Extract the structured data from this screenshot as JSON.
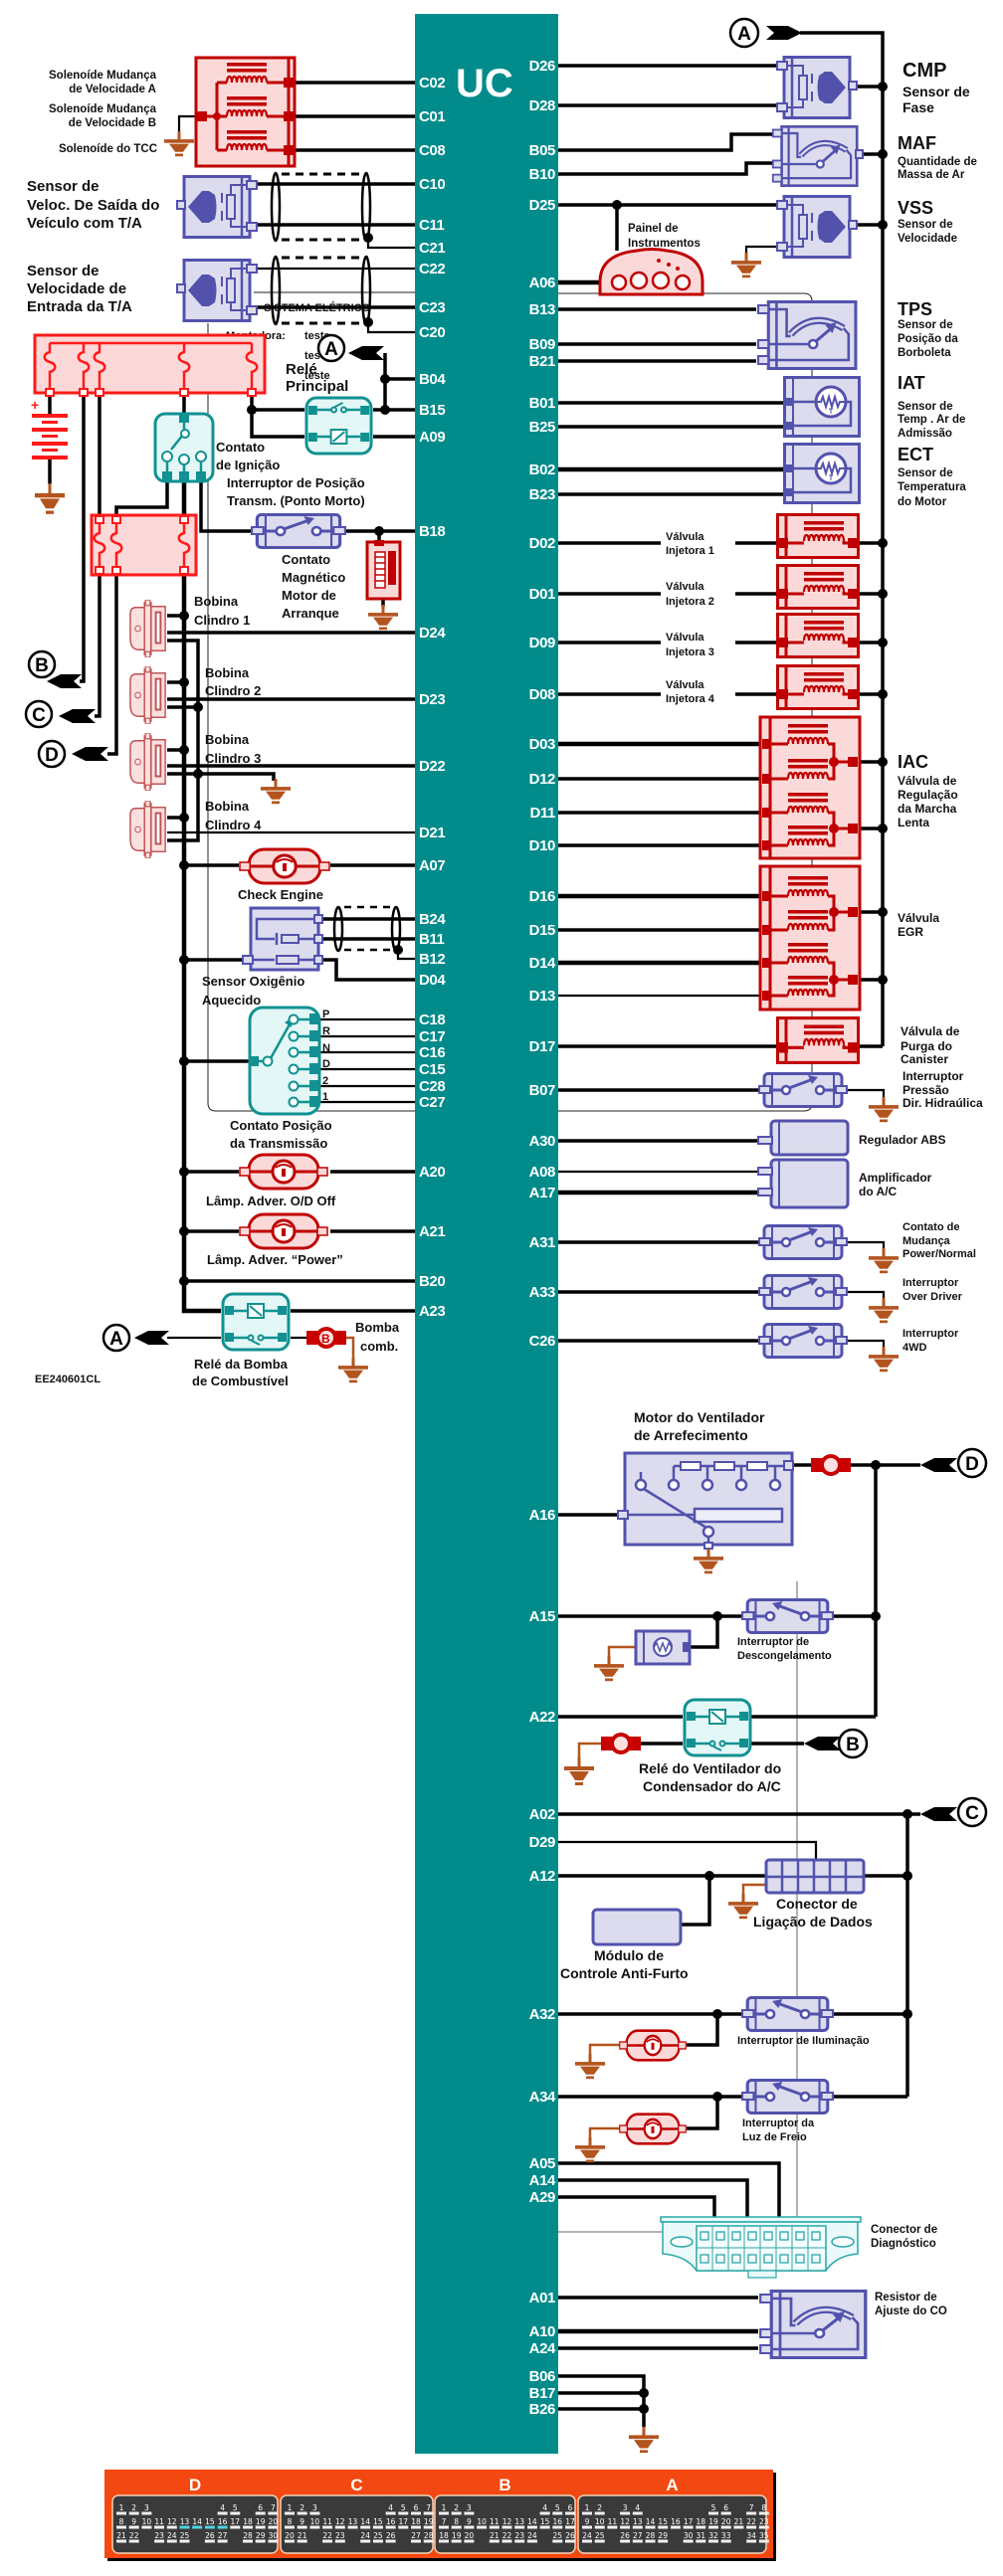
{
  "ecu": {
    "title": "UC",
    "pins_left": [
      "C02",
      "C01",
      "C08",
      "C10",
      "C11",
      "C21",
      "C22",
      "C23",
      "C20",
      "B04",
      "B15",
      "A09",
      "B18",
      "D24",
      "D23",
      "D22",
      "D21",
      "A07",
      "B24",
      "B11",
      "B12",
      "D04",
      "C18",
      "C17",
      "C16",
      "C15",
      "C28",
      "C27",
      "A20",
      "A21",
      "B20",
      "A23"
    ],
    "pins_right": [
      "D26",
      "D28",
      "B05",
      "B10",
      "D25",
      "A06",
      "B13",
      "B09",
      "B21",
      "B01",
      "B25",
      "B02",
      "B23",
      "D02",
      "D01",
      "D09",
      "D08",
      "D03",
      "D12",
      "D11",
      "D10",
      "D16",
      "D15",
      "D14",
      "D13",
      "D17",
      "B07",
      "A30",
      "A08",
      "A17",
      "A31",
      "A33",
      "C26",
      "A16",
      "A15",
      "A22",
      "A02",
      "D29",
      "A12",
      "A32",
      "A34",
      "A05",
      "A14",
      "A29",
      "A01",
      "A10",
      "A24",
      "B06",
      "B17",
      "B26"
    ]
  },
  "connectors": {
    "A": "A",
    "B": "B",
    "C": "C",
    "D": "D",
    "pump_letter": "B"
  },
  "diagram_code": "EE240601CL",
  "watermark": {
    "title": "SISTEMA ELÉTRICO",
    "field": "Montadora:",
    "values": [
      "teste",
      "teste",
      "teste"
    ]
  },
  "labels": {
    "solenoid_a": [
      "Solenoíde Mudança",
      "de Velocidade A"
    ],
    "solenoid_b": [
      "Solenoíde Mudança",
      "de Velocidade B"
    ],
    "solenoid_tcc": [
      "Solenoíde do TCC"
    ],
    "output_speed_sensor": [
      "Sensor de",
      "Veloc. De Saída do",
      "Veículo com T/A"
    ],
    "input_speed_sensor": [
      "Sensor de",
      "Velocidade de",
      "Entrada da T/A"
    ],
    "main_relay": [
      "Relé",
      "Principal"
    ],
    "ignition_switch": [
      "Contato",
      "de Ignição"
    ],
    "neutral_switch": [
      "Interruptor de Posição",
      "Transm. (Ponto Morto)"
    ],
    "starter_contact": [
      "Contato",
      "Magnético",
      "Motor de",
      "Arranque"
    ],
    "coil_1": [
      "Bobina",
      "Clindro 1"
    ],
    "coil_2": [
      "Bobina",
      "Clindro 2"
    ],
    "coil_3": [
      "Bobina",
      "Clindro 3"
    ],
    "coil_4": [
      "Bobina",
      "Clindro 4"
    ],
    "check_engine": [
      "Check Engine"
    ],
    "o2_sensor": [
      "Sensor Oxigênio",
      "Aquecido"
    ],
    "trans_positions": [
      "P",
      "R",
      "N",
      "D",
      "2",
      "1"
    ],
    "trans_range_switch": [
      "Contato Posição",
      "da Transmissão"
    ],
    "od_off_lamp": [
      "Lâmp. Adver. O/D Off"
    ],
    "power_lamp": [
      "Lâmp. Adver. “Power”"
    ],
    "fuel_pump": [
      "Bomba",
      "comb."
    ],
    "fuel_pump_relay": [
      "Relé da Bomba",
      "de Combustível"
    ],
    "cmp": {
      "abbr": "CMP",
      "lines": [
        "Sensor de",
        "Fase"
      ]
    },
    "maf": {
      "abbr": "MAF",
      "lines": [
        "Quantidade de",
        "Massa de Ar"
      ]
    },
    "vss": {
      "abbr": "VSS",
      "lines": [
        "Sensor de",
        "Velocidade"
      ]
    },
    "instrument_panel": [
      "Painel de",
      "Instrumentos"
    ],
    "tps": {
      "abbr": "TPS",
      "lines": [
        "Sensor de",
        "Posição da",
        "Borboleta"
      ]
    },
    "iat": {
      "abbr": "IAT",
      "lines": [
        "Sensor de",
        "Temp . Ar de",
        "Admissão"
      ]
    },
    "ect": {
      "abbr": "ECT",
      "lines": [
        "Sensor de",
        "Temperatura",
        "do Motor"
      ]
    },
    "injector_1": [
      "Válvula",
      "Injetora 1"
    ],
    "injector_2": [
      "Válvula",
      "Injetora 2"
    ],
    "injector_3": [
      "Válvula",
      "Injetora 3"
    ],
    "injector_4": [
      "Válvula",
      "Injetora 4"
    ],
    "iac": {
      "abbr": "IAC",
      "lines": [
        "Válvula de",
        "Regulação",
        "da Marcha",
        "Lenta"
      ]
    },
    "egr": [
      "Válvula",
      "EGR"
    ],
    "purge": [
      "Válvula de",
      "Purga do",
      "Canister"
    ],
    "ps_switch": [
      "Interruptor",
      "Pressão",
      "Dir. Hidraúlica"
    ],
    "abs": [
      "Regulador ABS"
    ],
    "ac_amp": [
      "Amplificador",
      "do A/C"
    ],
    "power_normal": [
      "Contato de",
      "Mudança",
      "Power/Normal"
    ],
    "overdrive": [
      "Interruptor",
      "Over Driver"
    ],
    "fourwd": [
      "Interruptor",
      "4WD"
    ],
    "fan_motor": [
      "Motor do Ventilador",
      "de Arrefecimento"
    ],
    "defrost": [
      "Interruptor de",
      "Descongelamento"
    ],
    "condenser_relay": [
      "Relé do Ventilador do",
      "Condensador do A/C"
    ],
    "dlc": [
      "Conector de",
      "Ligação de Dados"
    ],
    "immobilizer": [
      "Módulo de",
      "Controle Anti-Furto"
    ],
    "light_switch": [
      "Interruptor de Iluminação"
    ],
    "brake_switch": [
      "Interruptor da",
      "Luz de Freio"
    ],
    "diag_connector": [
      "Conector de",
      "Diagnóstico"
    ],
    "co_resistor": [
      "Resistor de",
      "Ajuste do CO"
    ]
  },
  "connector_pinout": {
    "blocks": [
      {
        "name": "D",
        "rows": [
          [
            1,
            2,
            3,
            4,
            5,
            6,
            7
          ],
          [
            8,
            9,
            10,
            11,
            12,
            13,
            14,
            15,
            16,
            17,
            18,
            19,
            20
          ],
          [
            21,
            22,
            23,
            24,
            25,
            26,
            27,
            28,
            29,
            30
          ]
        ],
        "highlighted": [
          13,
          14,
          15,
          16
        ]
      },
      {
        "name": "C",
        "rows": [
          [
            1,
            2,
            3,
            4,
            5,
            6,
            7
          ],
          [
            8,
            9,
            10,
            11,
            12,
            13,
            14,
            15,
            16,
            17,
            18,
            19
          ],
          [
            20,
            21,
            22,
            23,
            24,
            25,
            26,
            27,
            28
          ]
        ],
        "highlighted": []
      },
      {
        "name": "B",
        "rows": [
          [
            1,
            2,
            3,
            4,
            5,
            6
          ],
          [
            7,
            8,
            9,
            10,
            11,
            12,
            13,
            14,
            15,
            16,
            17
          ],
          [
            18,
            19,
            20,
            21,
            22,
            23,
            24,
            25,
            26
          ]
        ],
        "highlighted": []
      },
      {
        "name": "A",
        "rows": [
          [
            1,
            2,
            3,
            4,
            5,
            6,
            7,
            8
          ],
          [
            9,
            10,
            11,
            12,
            13,
            14,
            15,
            16,
            17,
            18,
            19,
            20,
            21,
            22,
            23
          ],
          [
            24,
            25,
            26,
            27,
            28,
            29,
            30,
            31,
            32,
            33,
            34,
            35
          ]
        ],
        "highlighted": []
      }
    ]
  },
  "colors": {
    "ecu": "#018b8b",
    "connector_strip": "#f34812",
    "pin_highlight": "#4fd3e3",
    "ground": "#b3541e"
  }
}
